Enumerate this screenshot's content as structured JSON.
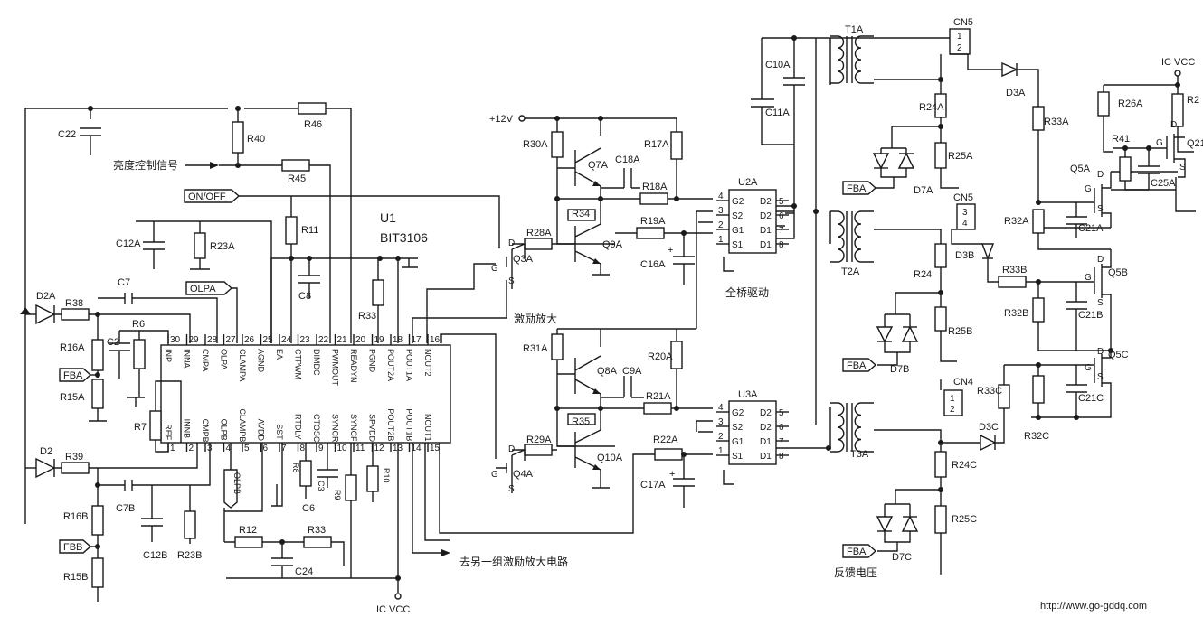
{
  "ic": {
    "ref": "U1",
    "part": "BIT3106"
  },
  "ic_pins_top": [
    {
      "num": "30",
      "name": "INP"
    },
    {
      "num": "29",
      "name": "INNA"
    },
    {
      "num": "28",
      "name": "CMPA"
    },
    {
      "num": "27",
      "name": "OLPA"
    },
    {
      "num": "26",
      "name": "CLAMPA"
    },
    {
      "num": "25",
      "name": "AGND"
    },
    {
      "num": "24",
      "name": "EA"
    },
    {
      "num": "23",
      "name": "CTPWM"
    },
    {
      "num": "22",
      "name": "DIMDC"
    },
    {
      "num": "21",
      "name": "PWMOUT"
    },
    {
      "num": "20",
      "name": "READYN"
    },
    {
      "num": "19",
      "name": "PGND"
    },
    {
      "num": "18",
      "name": "POUT2A"
    },
    {
      "num": "17",
      "name": "POUT1A"
    },
    {
      "num": "16",
      "name": "NOUT2"
    }
  ],
  "ic_pins_bottom": [
    {
      "num": "1",
      "name": "REF"
    },
    {
      "num": "2",
      "name": "INNB"
    },
    {
      "num": "3",
      "name": "CMPB"
    },
    {
      "num": "4",
      "name": "OLPB"
    },
    {
      "num": "5",
      "name": "CLAMPB"
    },
    {
      "num": "6",
      "name": "AVDD"
    },
    {
      "num": "7",
      "name": "SST"
    },
    {
      "num": "8",
      "name": "RTDLY"
    },
    {
      "num": "9",
      "name": "CTOSC"
    },
    {
      "num": "10",
      "name": "SYNCR"
    },
    {
      "num": "11",
      "name": "SYNCF"
    },
    {
      "num": "12",
      "name": "SPVDD"
    },
    {
      "num": "13",
      "name": "POUT2B"
    },
    {
      "num": "14",
      "name": "POUT1B"
    },
    {
      "num": "15",
      "name": "NOUT1"
    }
  ],
  "labels": {
    "brightness": "亮度控制信号",
    "onoff": "ON/OFF",
    "olpa": "OLPA",
    "olpb": "OLPB",
    "fba": "FBA",
    "fbb": "FBB",
    "plus12v": "+12V",
    "excite": "激励放大",
    "fullbridge": "全桥驱动",
    "other_group": "去另一组激励放大电路",
    "feedback": "反馈电压",
    "icvcc": "IC VCC",
    "icvcc_top": "IC VCC",
    "url": "http://www.go-gddq.com"
  },
  "resistors": {
    "R40": "R40",
    "R46": "R46",
    "R45": "R45",
    "R11": "R11",
    "R23A": "R23A",
    "R38": "R38",
    "R6": "R6",
    "R16A": "R16A",
    "R15A": "R15A",
    "R7": "R7",
    "R39": "R39",
    "R16B": "R16B",
    "R15B": "R15B",
    "R23B": "R23B",
    "R12": "R12",
    "R33": "R33",
    "R8": "R8",
    "R9": "R9",
    "R10": "R10",
    "R33b": "R33",
    "R30A": "R30A",
    "R17A": "R17A",
    "R18A": "R18A",
    "R34": "R34",
    "R28A": "R28A",
    "R19A": "R19A",
    "R31A": "R31A",
    "R20A": "R20A",
    "R21A": "R21A",
    "R35": "R35",
    "R29A": "R29A",
    "R22A": "R22A",
    "R24A": "R24A",
    "R25A": "R25A",
    "R24": "R24",
    "R25B": "R25B",
    "R24C": "R24C",
    "R25C": "R25C",
    "R33A": "R33A",
    "R32A": "R32A",
    "R33B": "R33B",
    "R32B": "R32B",
    "R33C": "R33C",
    "R32C": "R32C",
    "R26A": "R26A",
    "R41": "R41",
    "R2": "R2"
  },
  "capacitors": {
    "C22": "C22",
    "C12A": "C12A",
    "C7": "C7",
    "C2": "C2",
    "C8": "C8",
    "C7B": "C7B",
    "C12B": "C12B",
    "C6": "C6",
    "C3": "C3",
    "C24": "C24",
    "C18A": "C18A",
    "C16A": "C16A",
    "C9A": "C9A",
    "C17A": "C17A",
    "C10A": "C10A",
    "C11A": "C11A",
    "C21A": "C21A",
    "C21B": "C21B",
    "C21C": "C21C",
    "C25A": "C25A"
  },
  "transistors": {
    "Q7A": "Q7A",
    "Q9A": "Q9A",
    "Q3A": "Q3A",
    "Q8A": "Q8A",
    "Q10A": "Q10A",
    "Q4A": "Q4A",
    "Q5A": "Q5A",
    "Q5B": "Q5B",
    "Q5C": "Q5C",
    "Q21": "Q21"
  },
  "diodes": {
    "D2A": "D2A",
    "D2": "D2",
    "D3A": "D3A",
    "D3B": "D3B",
    "D3C": "D3C",
    "D7A": "D7A",
    "D7B": "D7B",
    "D7C": "D7C"
  },
  "transformers": {
    "T1A": "T1A",
    "T2A": "T2A",
    "T3A": "T3A"
  },
  "connectors": {
    "CN5a": "CN5",
    "CN5b": "CN5",
    "CN4": "CN4"
  },
  "cn_pins": {
    "p1": "1",
    "p2": "2",
    "p3": "3",
    "p4": "4"
  },
  "drivers": {
    "U2A": "U2A",
    "U3A": "U3A",
    "left_pins": [
      {
        "num": "4",
        "name": "G2"
      },
      {
        "num": "3",
        "name": "S2"
      },
      {
        "num": "2",
        "name": "G1"
      },
      {
        "num": "1",
        "name": "S1"
      }
    ],
    "right_pins": [
      {
        "num": "5",
        "name": "D2"
      },
      {
        "num": "6",
        "name": "D2"
      },
      {
        "num": "7",
        "name": "D1"
      },
      {
        "num": "8",
        "name": "D1"
      }
    ]
  },
  "mos_pins": {
    "g": "G",
    "d": "D",
    "s": "S"
  }
}
